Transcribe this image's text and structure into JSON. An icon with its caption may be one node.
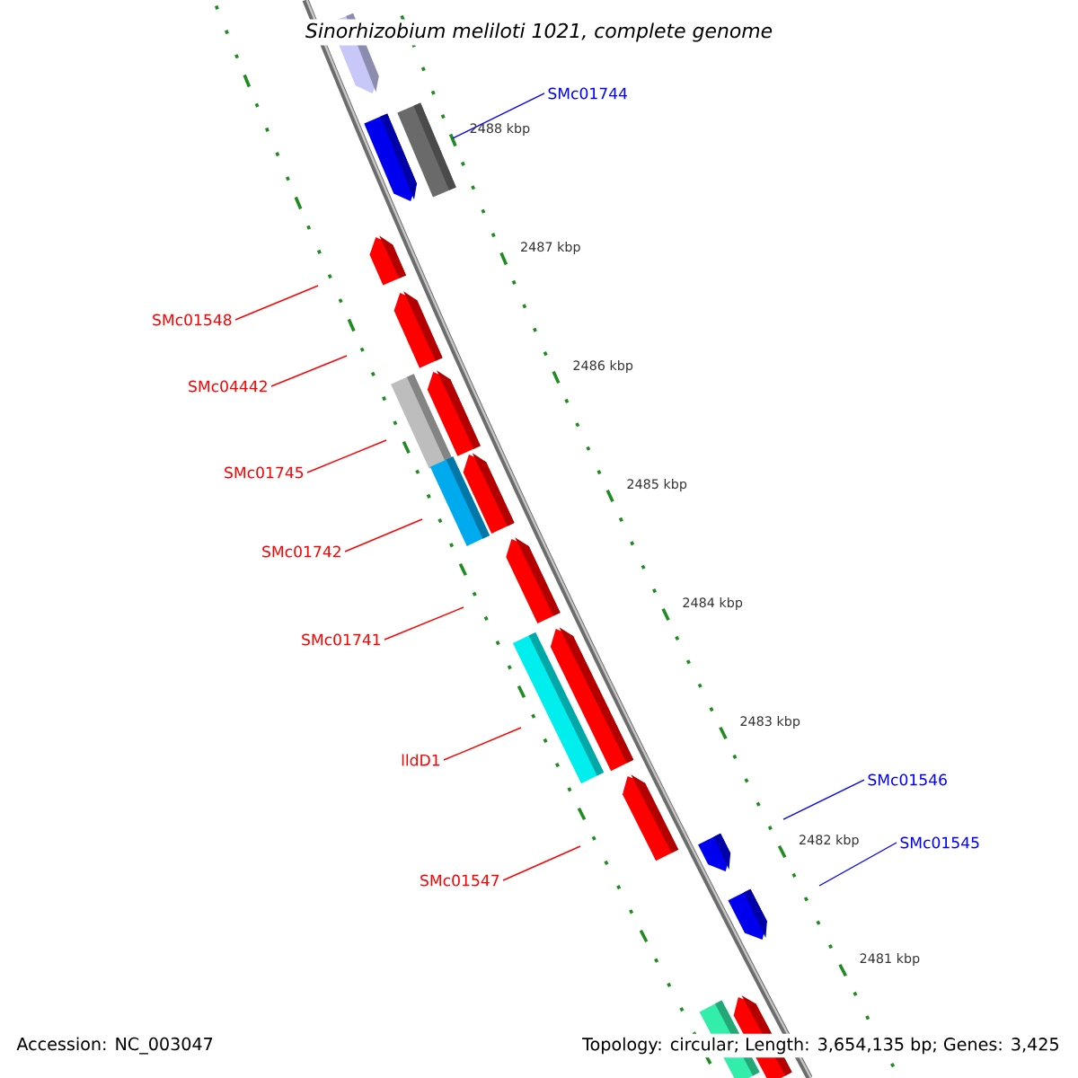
{
  "diagram": {
    "title": "Sinorhizobium meliloti 1021, complete genome",
    "nodes": [
      {
        "text": [
          "SMc01744"
        ]
      },
      {
        "text": [
          "SMc01548"
        ]
      },
      {
        "text": [
          "SMc04442"
        ]
      },
      {
        "text": [
          "SMc01745"
        ]
      },
      {
        "text": [
          "SMc01742"
        ]
      },
      {
        "text": [
          "SMc01741"
        ]
      },
      {
        "text": [
          "lldD1"
        ]
      },
      {
        "text": [
          "SMc01547"
        ]
      },
      {
        "text": [
          "SMc01546"
        ]
      },
      {
        "text": [
          "SMc01545"
        ]
      }
    ],
    "edges": [
      {
        "from": 0,
        "to": null,
        "arrow": "none",
        "color": "#0000ff"
      },
      {
        "from": 1,
        "to": null,
        "arrow": "none"
      },
      {
        "from": 2,
        "to": null,
        "arrow": "none"
      },
      {
        "from": 3,
        "to": null,
        "arrow": "none"
      },
      {
        "from": 4,
        "to": null,
        "arrow": "none"
      },
      {
        "from": 5,
        "to": null,
        "arrow": "none"
      },
      {
        "from": 6,
        "to": null,
        "arrow": "none"
      },
      {
        "from": 7,
        "to": null,
        "arrow": "none"
      },
      {
        "from": 8,
        "to": null,
        "arrow": "none",
        "color": "#0000ff"
      },
      {
        "from": 9,
        "to": null,
        "arrow": "none",
        "color": "#0000ff"
      }
    ],
    "labels": [
      "2488 kbp",
      "2487 kbp",
      "2486 kbp",
      "2485 kbp",
      "2484 kbp",
      "2483 kbp",
      "2482 kbp",
      "2481 kbp",
      "Accession: NC_003047",
      "Topology: circular; Length: 3,654,135 bp; Genes: 3,425"
    ]
  }
}
